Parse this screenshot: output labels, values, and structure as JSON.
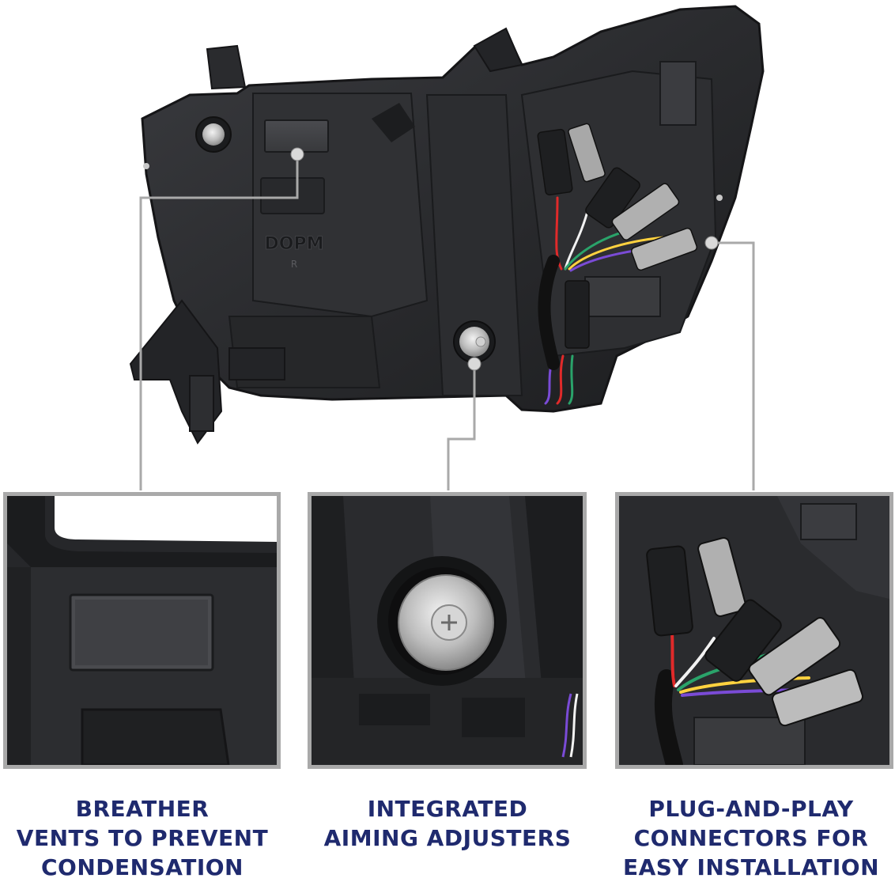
{
  "product": {
    "housing_label": "DOPM",
    "housing_sublabel": "R"
  },
  "features": [
    {
      "id": "breather",
      "lines": [
        "BREATHER",
        "VENTS TO PREVENT",
        "CONDENSATION"
      ]
    },
    {
      "id": "aiming",
      "lines": [
        "INTEGRATED",
        "AIMING ADJUSTERS"
      ]
    },
    {
      "id": "connectors",
      "lines": [
        "PLUG-AND-PLAY",
        "CONNECTORS FOR",
        "EASY INSTALLATION"
      ]
    }
  ],
  "colors": {
    "caption_text": "#1f2a6e",
    "callout_line": "#a9a9a9",
    "housing": "#2b2c2f",
    "panel_border": "#a9a9a9"
  }
}
